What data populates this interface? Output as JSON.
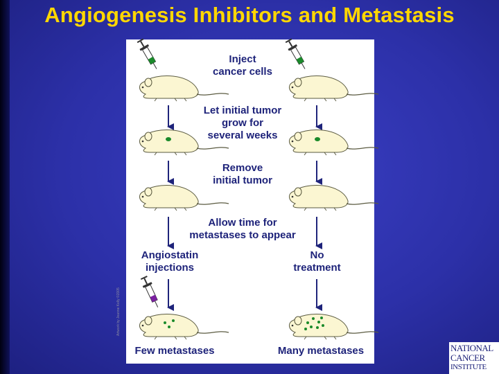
{
  "title": "Angiogenesis Inhibitors and Metastasis",
  "steps": {
    "inject": "Inject\ncancer cells",
    "grow": "Let initial tumor\ngrow for\nseveral weeks",
    "remove": "Remove\ninitial tumor",
    "allow": "Allow time for\nmetastases to appear"
  },
  "branches": {
    "left_label": "Angiostatin\ninjections",
    "right_label": "No\ntreatment",
    "left_outcome": "Few metastases",
    "right_outcome": "Many metastases"
  },
  "credit": "Artwork by Jeanne Kelly ©2005",
  "logo": {
    "line1": "NATIONAL",
    "line2": "CANCER",
    "line3": "INSTITUTE"
  },
  "colors": {
    "title": "#ffd700",
    "background": "#2c30a8",
    "label_text": "#1e237a",
    "mouse_fill": "#fbf6d2",
    "tumor": "#1a8a2a",
    "angiostatin": "#7a1fa0"
  }
}
